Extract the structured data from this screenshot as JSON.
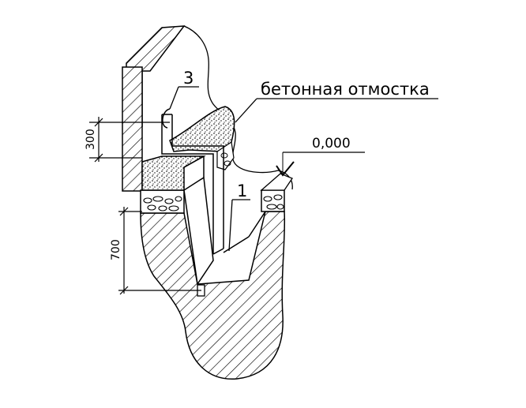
{
  "labels": {
    "callout_3": "3",
    "callout_1": "1",
    "concrete_apron": "бетонная отмостка",
    "level_mark": "0,000",
    "dim_300": "300",
    "dim_700": "700"
  },
  "colors": {
    "line": "#000000",
    "background": "#ffffff"
  }
}
